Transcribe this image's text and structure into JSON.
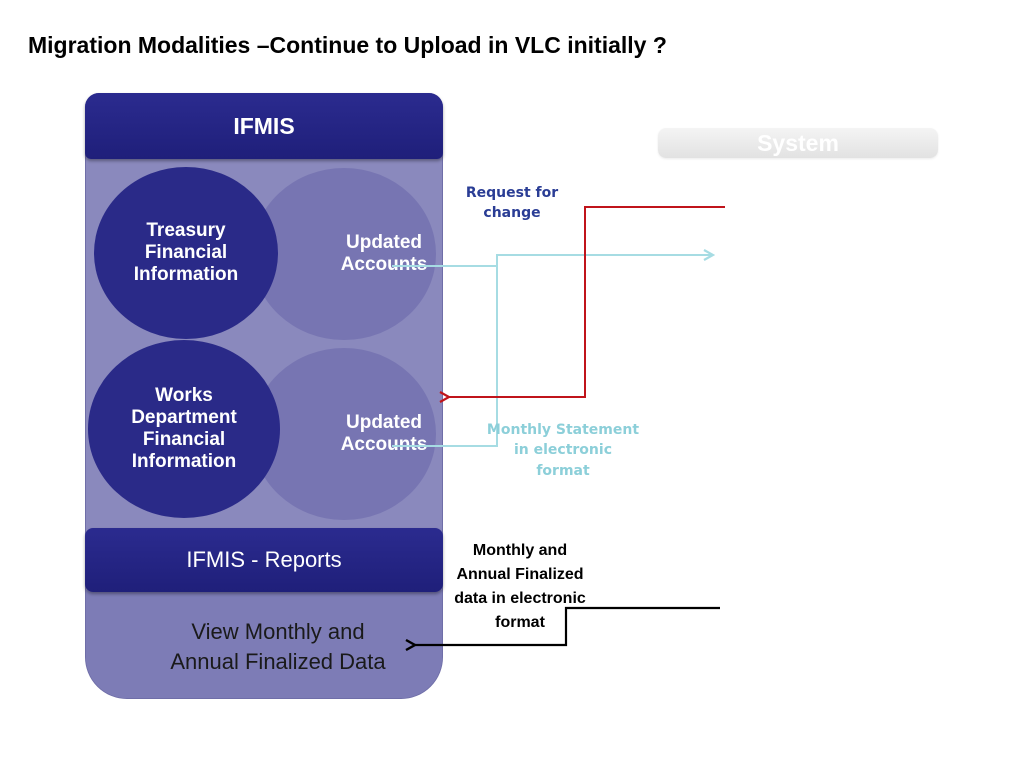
{
  "slide": {
    "title": "Migration Modalities –Continue to Upload in VLC initially ?"
  },
  "ifmis_panel": {
    "header": "IFMIS",
    "circles": {
      "treasury": "Treasury Financial Information",
      "updated_1": "Updated Accounts",
      "works": "Works Department Financial Information",
      "updated_2": "Updated Accounts"
    },
    "reports_header": "IFMIS - Reports",
    "view_text": "View Monthly and Annual Finalized Data"
  },
  "system_box": {
    "label": "System"
  },
  "flows": {
    "request_label": "Request for change",
    "monthly_label": "Monthly Statement in electronic format",
    "finalized_label": "Monthly and Annual Finalized data in electronic format"
  },
  "colors": {
    "request_line": "#c0141b",
    "monthly_line": "#a6dce3",
    "finalized_line": "#000000",
    "panel_dark": "#22228a"
  }
}
